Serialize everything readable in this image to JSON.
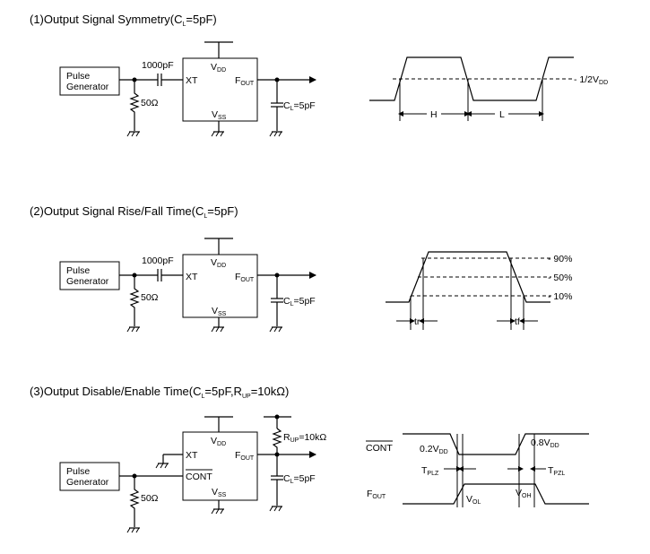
{
  "sections": [
    {
      "title": "(1)Output Signal Symmetry(C",
      "title_sub": "L",
      "title_end": "=5pF)",
      "pulse_line1": "Pulse",
      "pulse_line2": "Generator",
      "cap_in": "1000pF",
      "res": "50Ω",
      "pin_vdd": "V",
      "pin_vdd_sub": "DD",
      "pin_xt": "XT",
      "pin_fout": "F",
      "pin_fout_sub": "OUT",
      "pin_vss": "V",
      "pin_vss_sub": "SS",
      "load": "C",
      "load_sub": "L",
      "load_end": "=5pF",
      "wave_ref": "- 1/2V",
      "wave_ref_sub": "DD",
      "label_h": "H",
      "label_l": "L"
    },
    {
      "title": "(2)Output Signal Rise/Fall Time(C",
      "title_sub": "L",
      "title_end": "=5pF)",
      "pulse_line1": "Pulse",
      "pulse_line2": "Generator",
      "cap_in": "1000pF",
      "res": "50Ω",
      "pin_vdd": "V",
      "pin_vdd_sub": "DD",
      "pin_xt": "XT",
      "pin_fout": "F",
      "pin_fout_sub": "OUT",
      "pin_vss": "V",
      "pin_vss_sub": "SS",
      "load": "C",
      "load_sub": "L",
      "load_end": "=5pF",
      "level_90": "- 90%",
      "level_50": "- 50%",
      "level_10": "- 10%",
      "label_tr": "tr",
      "label_tf": "tf"
    },
    {
      "title": "(3)Output Disable/Enable Time(C",
      "title_sub": "L",
      "title_mid": "=5pF,R",
      "title_sub2": "UP",
      "title_end": "=10kΩ)",
      "pulse_line1": "Pulse",
      "pulse_line2": "Generator",
      "res": "50Ω",
      "pin_vdd": "V",
      "pin_vdd_sub": "DD",
      "pin_xt": "XT",
      "pin_fout": "F",
      "pin_fout_sub": "OUT",
      "pin_cont": "CONT",
      "pin_vss": "V",
      "pin_vss_sub": "SS",
      "pullup": "R",
      "pullup_sub": "UP",
      "pullup_end": "=10kΩ",
      "load": "C",
      "load_sub": "L",
      "load_end": "=5pF",
      "wave_cont": "CONT",
      "wave_fout": "F",
      "wave_fout_sub": "OUT",
      "lvl_02": "0.2V",
      "lvl_02_sub": "DD",
      "lvl_08": "0.8V",
      "lvl_08_sub": "DD",
      "tplz": "T",
      "tplz_sub": "PLZ",
      "tpzl": "T",
      "tpzl_sub": "PZL",
      "vol": "V",
      "vol_sub": "OL",
      "voh": "V",
      "voh_sub": "OH"
    }
  ]
}
